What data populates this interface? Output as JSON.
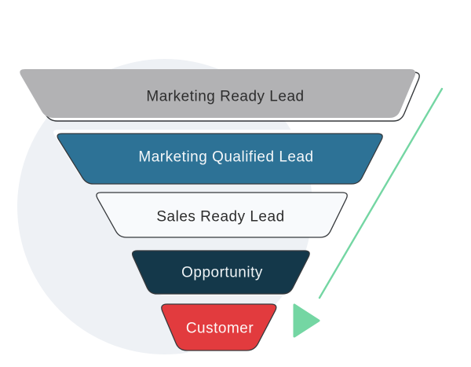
{
  "diagram": {
    "type": "funnel",
    "background_circle_color": "#eef1f5",
    "outline_color": "#36393c",
    "highlight_color": "#ffffff",
    "funnel": {
      "layers": [
        {
          "label": "Marketing Ready Lead",
          "fill": "#b2b2b4",
          "text_color": "#2e2e2e"
        },
        {
          "label": "Marketing Qualified Lead",
          "fill": "#2d7296",
          "text_color": "#f4f7f9"
        },
        {
          "label": "Sales Ready Lead",
          "fill": "#f8fafc",
          "text_color": "#2e2e2e"
        },
        {
          "label": "Opportunity",
          "fill": "#14384a",
          "text_color": "#eef3f5"
        },
        {
          "label": "Customer",
          "fill": "#e23b3e",
          "text_color": "#fdf6f6"
        }
      ]
    },
    "arrow": {
      "color": "#74d6a3",
      "direction": "from top-right down to Customer stage"
    }
  }
}
